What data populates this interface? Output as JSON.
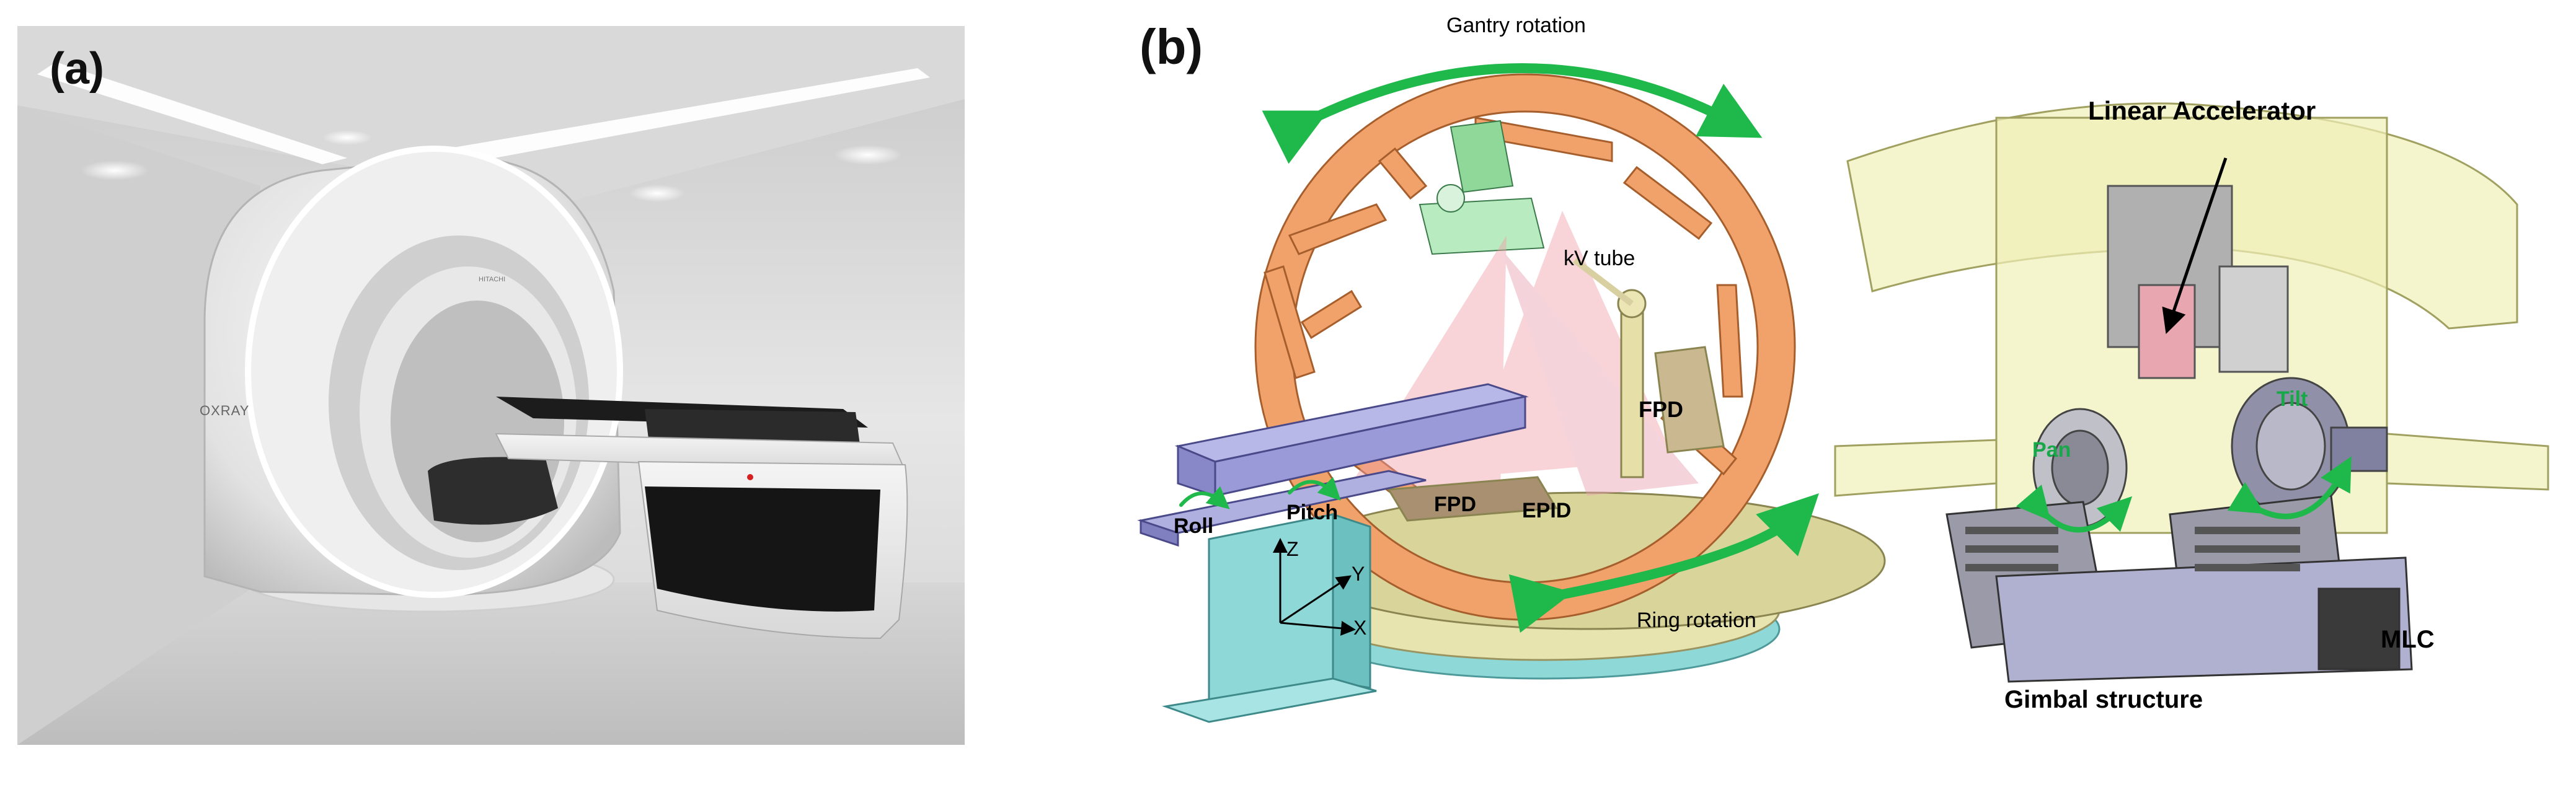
{
  "panel_a": {
    "label": "(a)",
    "device_brand_text": "OXRAY",
    "device_maker_text": "HITACHI"
  },
  "panel_b": {
    "label": "(b)",
    "annotations": {
      "gantry_rotation": "Gantry rotation",
      "kv_tube": "kV tube",
      "fpd_upper": "FPD",
      "fpd_lower": "FPD",
      "epid": "EPID",
      "roll": "Roll",
      "pitch": "Pitch",
      "axis_z": "Z",
      "axis_y": "Y",
      "axis_x": "X",
      "ring_rotation": "Ring rotation",
      "linear_accelerator": "Linear Accelerator",
      "pan": "Pan",
      "tilt": "Tilt",
      "mlc": "MLC",
      "gimbal_structure": "Gimbal structure"
    }
  },
  "colors": {
    "arrow_green": "#1fb84a",
    "gantry_orange": "#f0a26a",
    "couch_blue": "#9a9ad8",
    "base_cyan": "#8fd8d8",
    "ring_khaki": "#d8d49a",
    "linac_yellow": "#f0f0b8"
  }
}
